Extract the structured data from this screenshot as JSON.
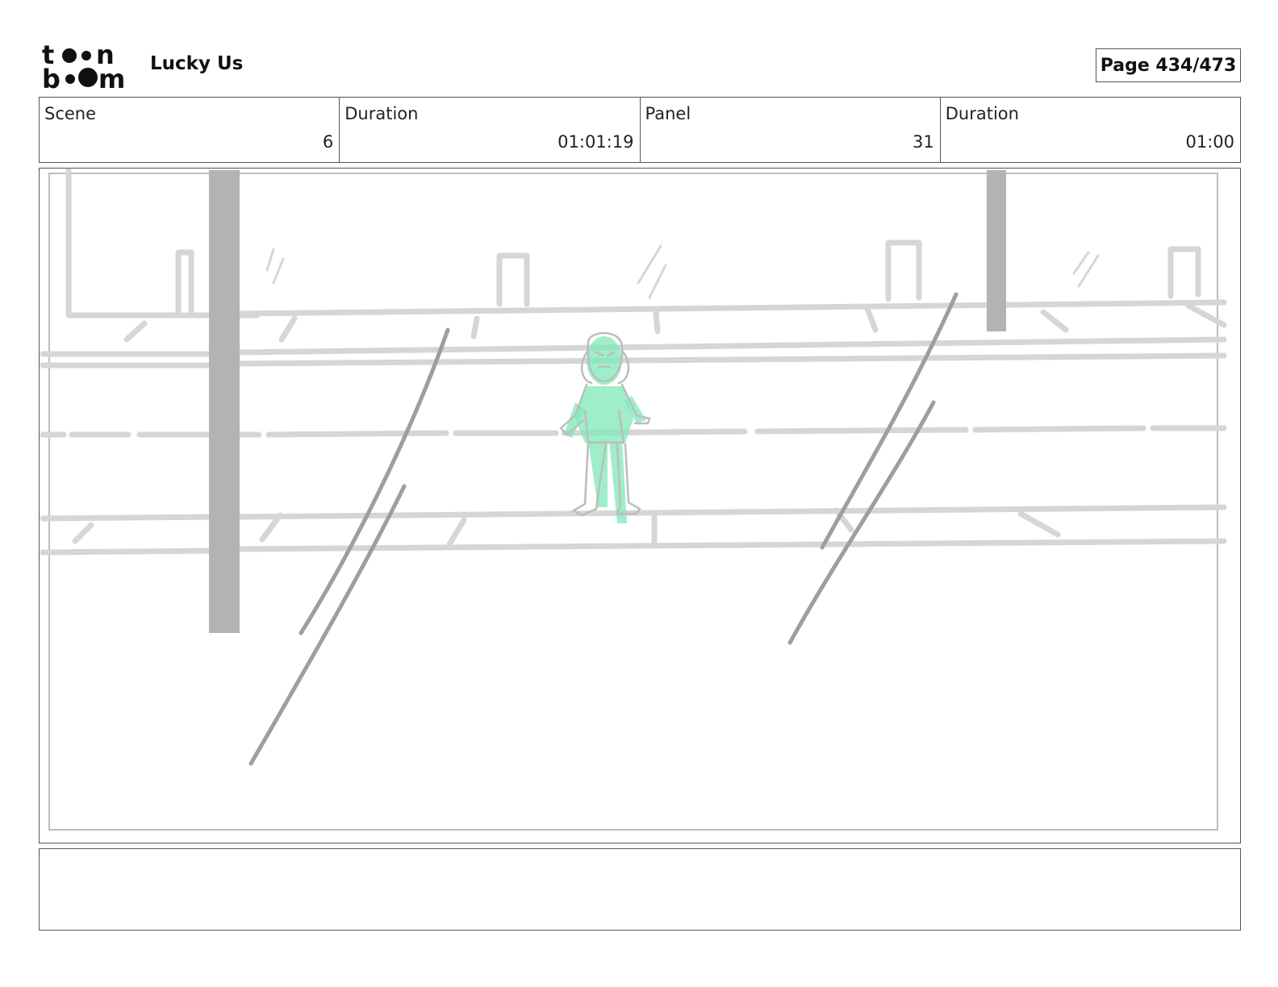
{
  "header": {
    "logo_icon": "toonboom-logo",
    "logo_line1": "t  n",
    "logo_line2": "b  m",
    "project_title": "Lucky Us",
    "page_indicator": "Page 434/473"
  },
  "info": {
    "scene_label": "Scene",
    "scene_value": "6",
    "scene_duration_label": "Duration",
    "scene_duration_value": "01:01:19",
    "panel_label": "Panel",
    "panel_value": "31",
    "panel_duration_label": "Duration",
    "panel_duration_value": "01:00"
  },
  "panel": {
    "image_icon": "storyboard-sketch",
    "character_color": "#7ee8b8",
    "line_color_light": "#d6d6d6",
    "line_color_dark": "#9e9e9e",
    "pillar_color": "#b3b3b3"
  },
  "caption": {
    "text": ""
  }
}
